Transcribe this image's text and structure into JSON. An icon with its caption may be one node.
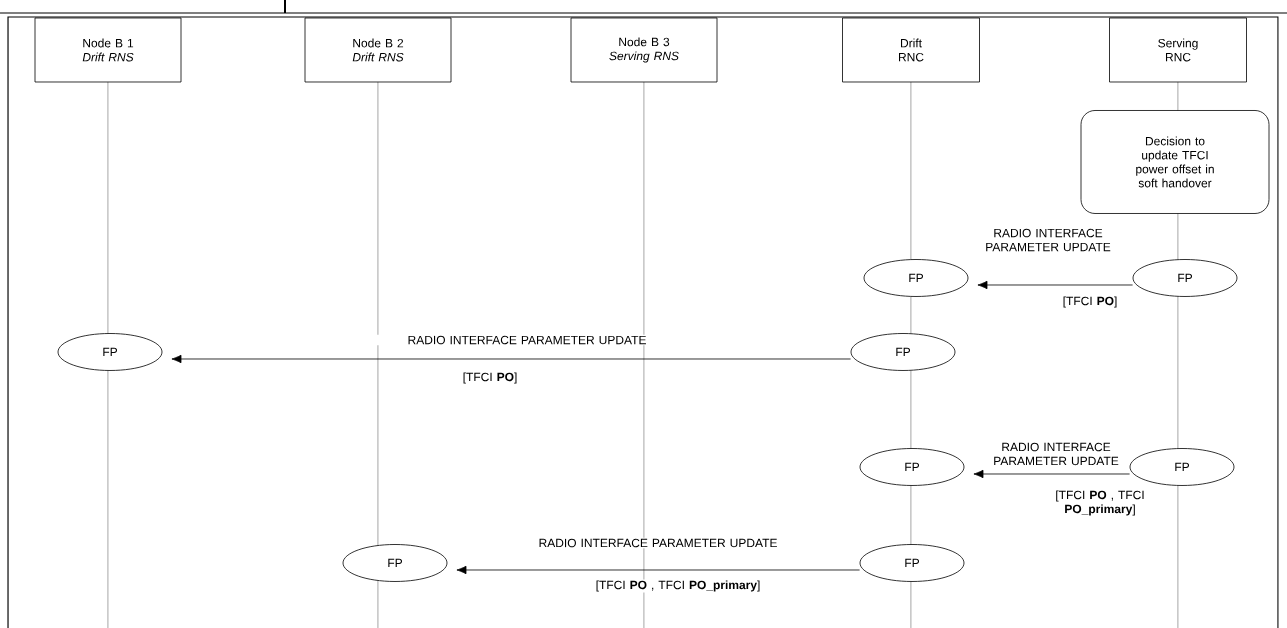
{
  "diagram": {
    "nodes": [
      {
        "text": [
          "Node B 1",
          "Drift RNS"
        ]
      },
      {
        "text": [
          "Node B 2",
          "Drift RNS"
        ]
      },
      {
        "text": [
          "Node B 3",
          "Serving RNS"
        ]
      },
      {
        "text": [
          "Drift RNC"
        ]
      },
      {
        "text": [
          "Serving RNC"
        ]
      },
      {
        "text": [
          "Decision to update TFCI power offset in soft handover"
        ]
      },
      {
        "text": [
          "FP"
        ]
      },
      {
        "text": [
          "FP"
        ]
      },
      {
        "text": [
          "FP"
        ]
      },
      {
        "text": [
          "FP"
        ]
      },
      {
        "text": [
          "FP"
        ]
      },
      {
        "text": [
          "FP"
        ]
      },
      {
        "text": [
          "FP"
        ]
      },
      {
        "text": [
          "FP"
        ]
      }
    ],
    "edges": [
      {
        "from": 7,
        "to": 6,
        "arrow": "to",
        "label": "RADIO INTERFACE PARAMETER UPDATE"
      },
      {
        "from": 9,
        "to": 8,
        "arrow": "to",
        "label": "RADIO INTERFACE PARAMETER UPDATE"
      },
      {
        "from": 11,
        "to": 10,
        "arrow": "to",
        "label": "RADIO INTERFACE PARAMETER UPDATE"
      },
      {
        "from": 13,
        "to": 12,
        "arrow": "to",
        "label": "RADIO INTERFACE PARAMETER UPDATE"
      }
    ],
    "labels": [
      "[TFCI **PO**]",
      "[TFCI **PO**]",
      "[TFCI **PO** , TFCI **PO_primary**]",
      "[TFCI **PO** , TFCI **PO_primary**]"
    ]
  }
}
